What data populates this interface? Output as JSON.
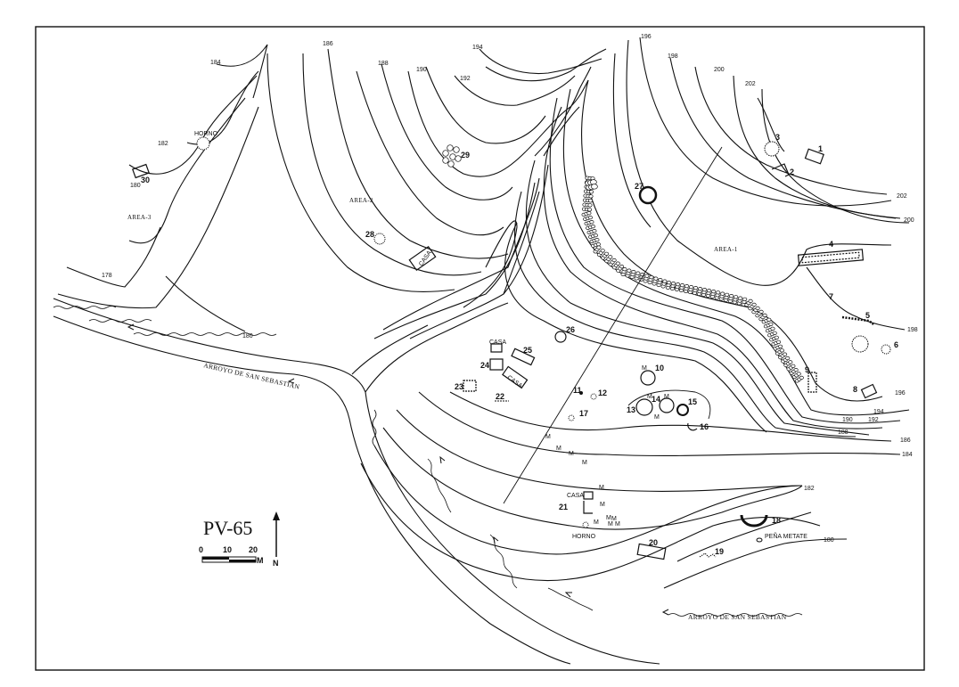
{
  "title": "PV-65",
  "scale": {
    "ticks": [
      "0",
      "10",
      "20"
    ],
    "unit": "M",
    "north": "N"
  },
  "areas": {
    "area1": "AREA-1",
    "area2": "AREA-2",
    "area3": "AREA-3"
  },
  "river_labels": [
    "ARROYO DE SAN SEBASTIAN",
    "ARROYO DE SAN SEBASTIAN"
  ],
  "structure_labels": {
    "horno_1": "HORNO",
    "horno_2": "HORNO",
    "casa_1": "CASA",
    "casa_2": "CASA",
    "casa_3": "CASA",
    "casa_4": "CASA",
    "pena_metate": "PEÑA METATE"
  },
  "contour_labels": {
    "c184_top": "184",
    "c186_top": "186",
    "c188_top": "188",
    "c190_top": "190",
    "c192_top": "192",
    "c194_top": "194",
    "c196_top": "196",
    "c198_top": "198",
    "c200_top": "200",
    "c202_top": "202",
    "c182_left": "182",
    "c180_left": "180",
    "c178_left": "178",
    "c180_mid": "180",
    "c202_right": "202",
    "c200_right": "200",
    "c198_right": "198",
    "c196_right": "196",
    "c194_right": "194",
    "c192_right": "192",
    "c190_right": "190",
    "c188_right": "188",
    "c186_right": "186",
    "c184_right": "184",
    "c182_right": "182",
    "c180_right": "180"
  },
  "features": [
    "1",
    "2",
    "3",
    "4",
    "5",
    "6",
    "7",
    "8",
    "9",
    "10",
    "11",
    "12",
    "13",
    "14",
    "15",
    "16",
    "17",
    "18",
    "19",
    "20",
    "21",
    "22",
    "23",
    "24",
    "25",
    "26",
    "27",
    "28",
    "29",
    "30"
  ],
  "marker": "M"
}
